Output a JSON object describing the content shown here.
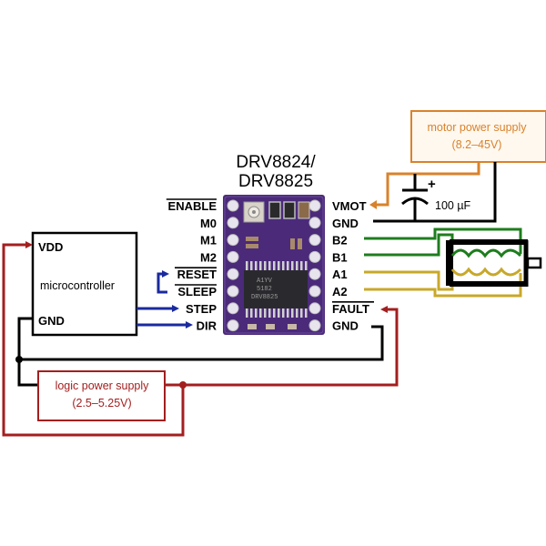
{
  "title": {
    "line1": "DRV8824/",
    "line2": "DRV8825"
  },
  "colors": {
    "motor_power": "#d9822b",
    "logic_power": "#a31f1f",
    "control_signals": "#1a2a9e",
    "coil_b": "#1e7d1e",
    "coil_a": "#c8a82a",
    "ground": "#000000",
    "board": "#4b2a7a"
  },
  "driver_left_pins": [
    {
      "label": "ENABLE",
      "inverted": true
    },
    {
      "label": "M0",
      "inverted": false
    },
    {
      "label": "M1",
      "inverted": false
    },
    {
      "label": "M2",
      "inverted": false
    },
    {
      "label": "RESET",
      "inverted": true
    },
    {
      "label": "SLEEP",
      "inverted": true
    },
    {
      "label": "STEP",
      "inverted": false
    },
    {
      "label": "DIR",
      "inverted": false
    }
  ],
  "driver_right_pins": [
    {
      "label": "VMOT",
      "inverted": false
    },
    {
      "label": "GND",
      "inverted": false
    },
    {
      "label": "B2",
      "inverted": false
    },
    {
      "label": "B1",
      "inverted": false
    },
    {
      "label": "A1",
      "inverted": false
    },
    {
      "label": "A2",
      "inverted": false
    },
    {
      "label": "FAULT",
      "inverted": true
    },
    {
      "label": "GND",
      "inverted": false
    }
  ],
  "microcontroller": {
    "label": "microcontroller",
    "vdd_label": "VDD",
    "gnd_label": "GND"
  },
  "motor_power_supply": {
    "line1": "motor power supply",
    "line2": "(8.2–45V)"
  },
  "logic_power_supply": {
    "line1": "logic power supply",
    "line2": "(2.5–5.25V)"
  },
  "capacitor": {
    "label": "100 µF",
    "polarity": "+"
  },
  "chip_marking": [
    "A1YV",
    "5182",
    "DRV8825"
  ]
}
